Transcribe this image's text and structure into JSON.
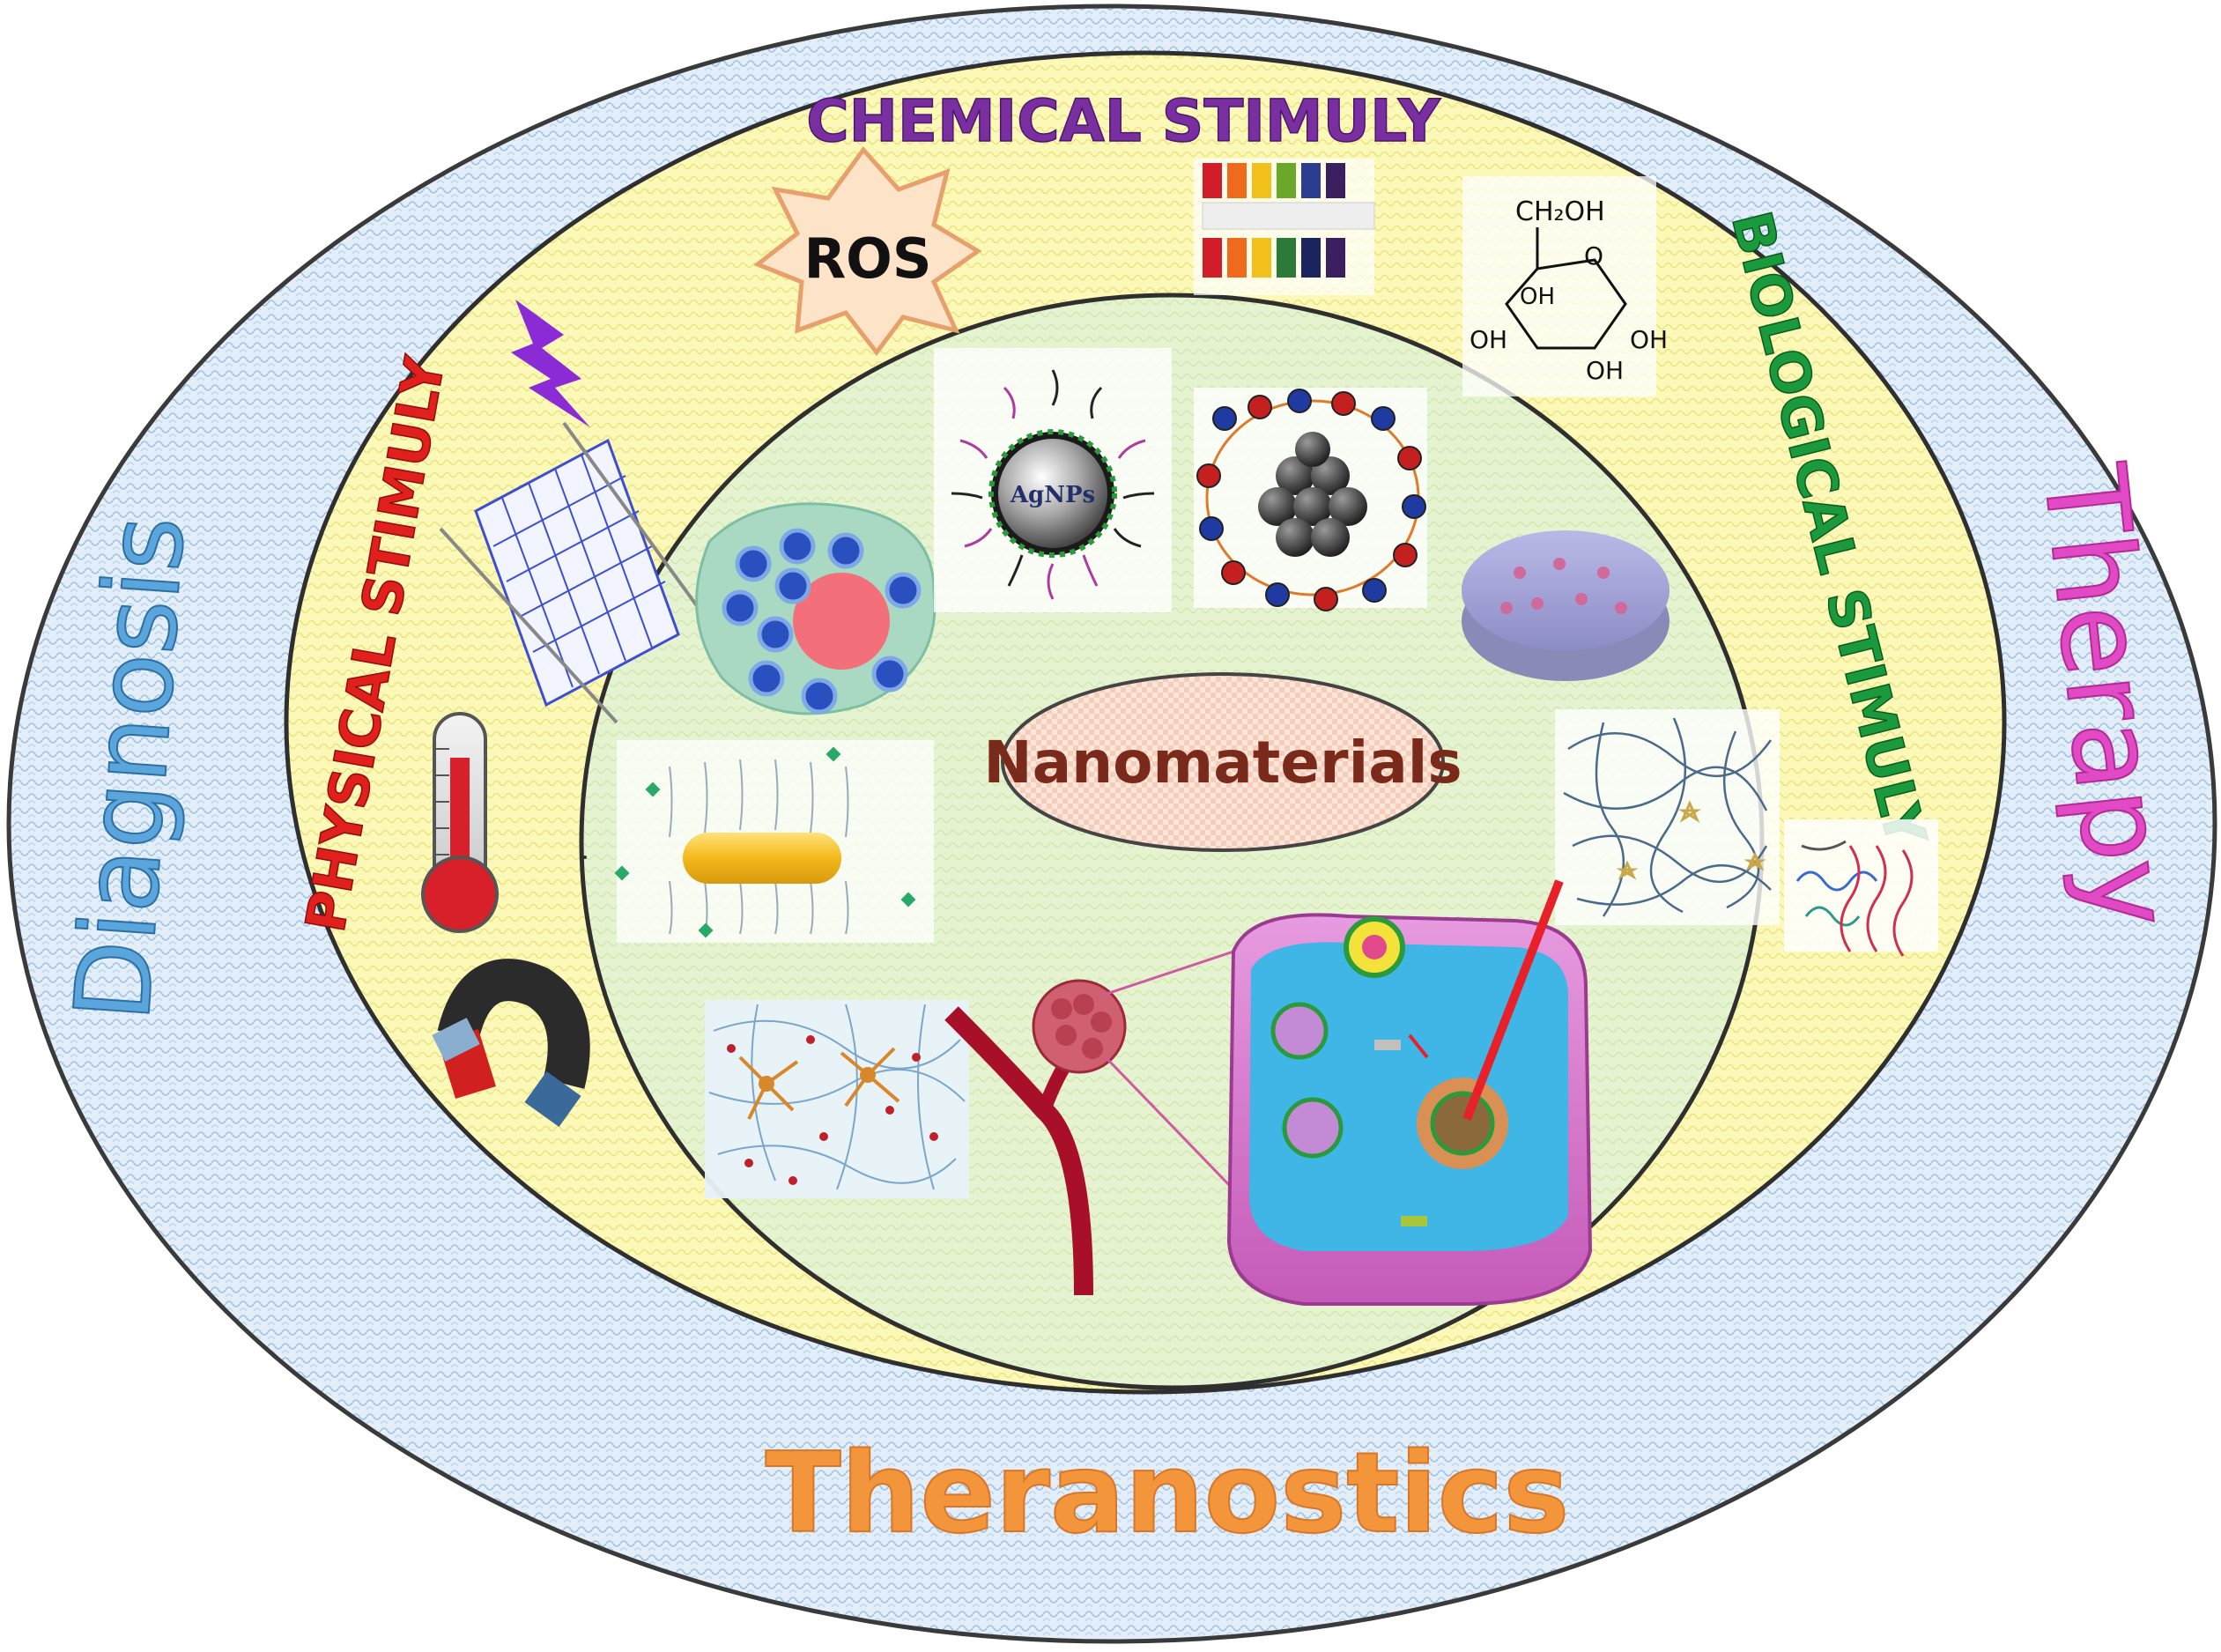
{
  "outer_ring": {
    "left_label": "Diagnosis",
    "right_label": "Therapy",
    "bottom_label": "Theranostics"
  },
  "middle_ring": {
    "top_label": "CHEMICAL STIMULY",
    "left_label": "PHYSICAL STIMULY",
    "right_label": "BIOLOGICAL STIMULY",
    "ros_label": "ROS",
    "glucose": {
      "ch2oh": "CH₂OH",
      "ring_o": "O",
      "oh": "OH"
    }
  },
  "inner_circle": {
    "center_label": "Nanomaterials",
    "agnps_label": "AgNPs"
  },
  "colors": {
    "outer_ring_fill": "#dce9f5",
    "middle_ring_fill": "#fbf8b0",
    "inner_fill": "#e4f2cc",
    "diagnosis": "#5aa6dc",
    "therapy": "#e249c4",
    "theranostics": "#f08a2a",
    "chemical": "#7a2fa0",
    "physical": "#e0201c",
    "biological": "#1a9a3c",
    "nanomaterials": "#7a2a1a"
  }
}
